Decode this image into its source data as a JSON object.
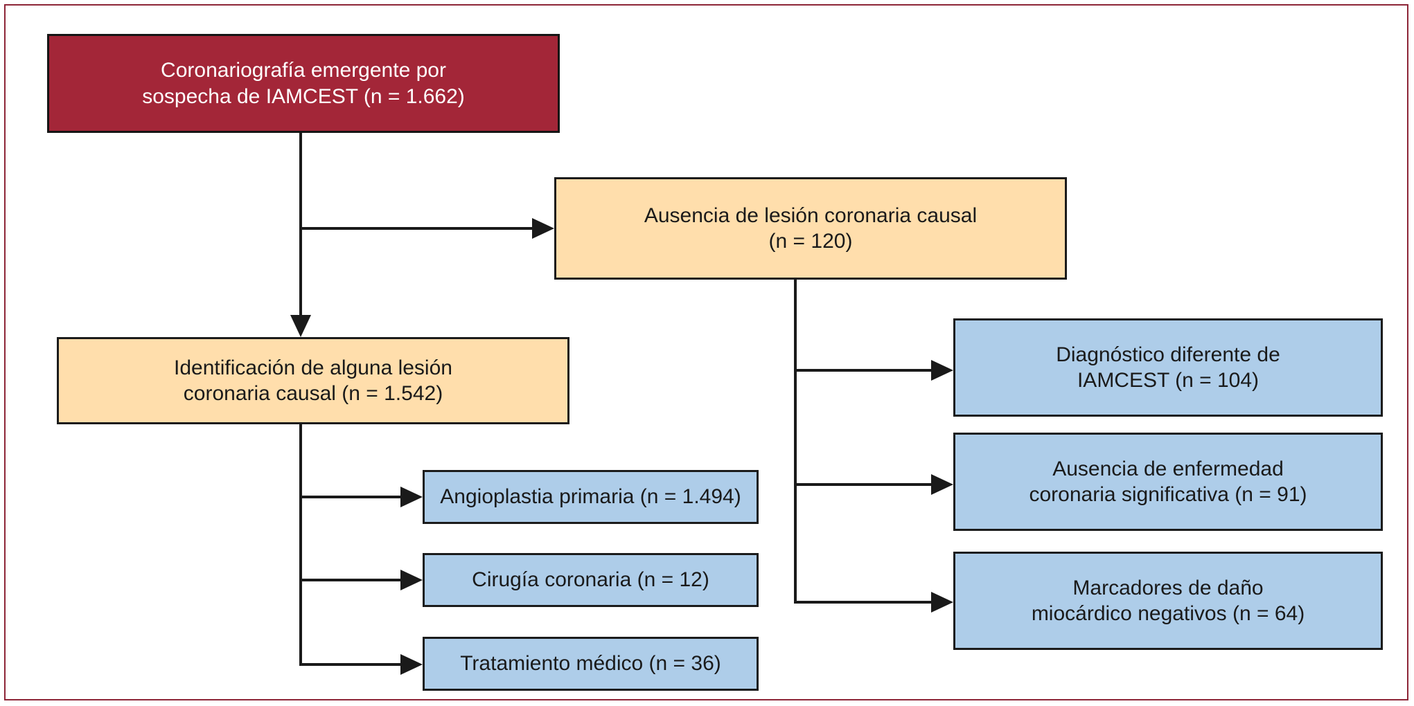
{
  "diagram": {
    "type": "flowchart",
    "title": "",
    "colors": {
      "red_fill": "#a32638",
      "orange_fill": "#ffdeac",
      "blue_fill": "#aecde9",
      "border": "#1b1b1b",
      "frame": "#8d2537"
    },
    "nodes": [
      {
        "id": "root",
        "label": "Coronariografía emergente por\nsospecha de IAMCEST (n = 1.662)",
        "color": "red",
        "count": 1662
      },
      {
        "id": "no-lesion",
        "label": "Ausencia de lesión coronaria causal\n(n = 120)",
        "color": "orange",
        "count": 120
      },
      {
        "id": "lesion",
        "label": "Identificación de alguna lesión\ncoronaria causal (n = 1.542)",
        "color": "orange",
        "count": 1542
      },
      {
        "id": "angioplastia",
        "label": "Angioplastia primaria (n = 1.494)",
        "color": "blue",
        "count": 1494
      },
      {
        "id": "cirugia",
        "label": "Cirugía coronaria (n = 12)",
        "color": "blue",
        "count": 12
      },
      {
        "id": "medico",
        "label": "Tratamiento médico (n = 36)",
        "color": "blue",
        "count": 36
      },
      {
        "id": "dx-diferente",
        "label": "Diagnóstico diferente de\nIAMCEST (n = 104)",
        "color": "blue",
        "count": 104
      },
      {
        "id": "sin-enfermedad",
        "label": "Ausencia de enfermedad\ncoronaria significativa (n = 91)",
        "color": "blue",
        "count": 91
      },
      {
        "id": "marcadores",
        "label": "Marcadores de daño\nmiocárdico negativos (n = 64)",
        "color": "blue",
        "count": 64
      }
    ],
    "edges": [
      {
        "from": "root",
        "to": "no-lesion"
      },
      {
        "from": "root",
        "to": "lesion"
      },
      {
        "from": "lesion",
        "to": "angioplastia"
      },
      {
        "from": "lesion",
        "to": "cirugia"
      },
      {
        "from": "lesion",
        "to": "medico"
      },
      {
        "from": "no-lesion",
        "to": "dx-diferente"
      },
      {
        "from": "no-lesion",
        "to": "sin-enfermedad"
      },
      {
        "from": "no-lesion",
        "to": "marcadores"
      }
    ]
  }
}
